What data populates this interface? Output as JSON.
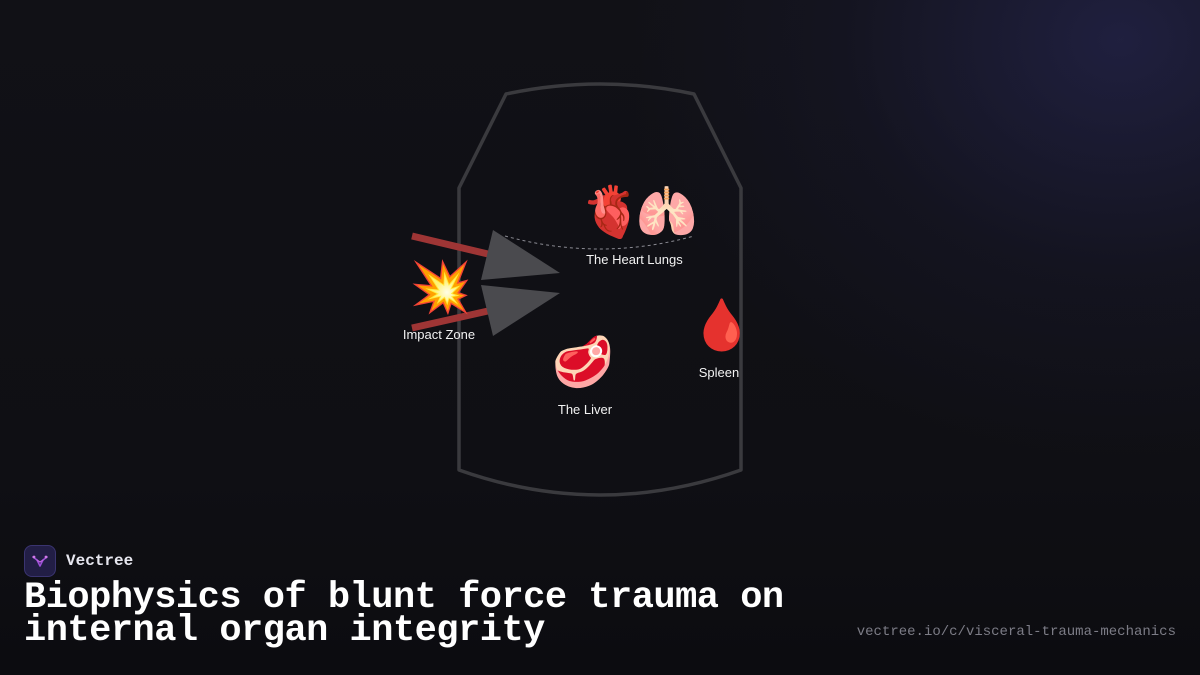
{
  "diagram": {
    "organs": {
      "heart": {
        "emoji": "🫀",
        "label": "The Heart",
        "icon": "anatomical-heart-icon"
      },
      "lungs": {
        "emoji": "🫁",
        "label": "Lungs",
        "icon": "lungs-icon"
      },
      "liver": {
        "emoji": "🥩",
        "label": "The Liver",
        "icon": "meat-icon"
      },
      "spleen": {
        "emoji": "🩸",
        "label": "Spleen",
        "icon": "blood-drop-icon"
      }
    },
    "impact": {
      "emoji": "💥",
      "label": "Impact Zone",
      "icon": "collision-icon"
    },
    "colors": {
      "torso_outline": "#3a3a3e",
      "force_line": "#9e3535",
      "arrow_fill": "#4a4a4e",
      "dashed_link": "#8a8a92"
    }
  },
  "footer": {
    "brand": "Vectree",
    "title": "Biophysics of blunt force trauma on internal organ integrity",
    "url": "vectree.io/c/visceral-trauma-mechanics"
  }
}
